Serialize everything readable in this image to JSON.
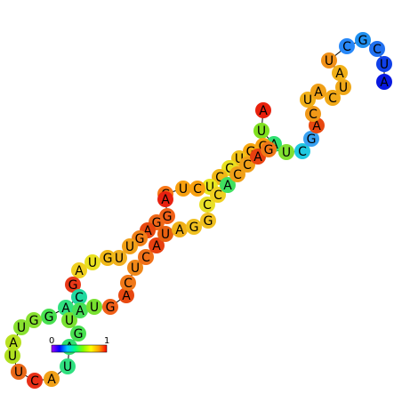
{
  "diagram": {
    "type": "rna-secondary-structure",
    "color_scale": {
      "min_label": "0",
      "max_label": "1",
      "stops": [
        "#a000ff",
        "#0000ff",
        "#00c8ff",
        "#00ff80",
        "#80ff00",
        "#ffff00",
        "#ffa000",
        "#ff0000"
      ]
    },
    "nucleotides": [
      {
        "base": "A",
        "color": "#e8200c"
      },
      {
        "base": "U",
        "color": "#80e020"
      },
      {
        "base": "A",
        "color": "#30e070"
      },
      {
        "base": "G",
        "color": "#f8a010"
      },
      {
        "base": "G",
        "color": "#f8a810"
      },
      {
        "base": "U",
        "color": "#f0c018"
      },
      {
        "base": "C",
        "color": "#e8e020"
      },
      {
        "base": "C",
        "color": "#f0b818"
      },
      {
        "base": "U",
        "color": "#e8e820"
      },
      {
        "base": "C",
        "color": "#f8a010"
      },
      {
        "base": "U",
        "color": "#f8a010"
      },
      {
        "base": "C",
        "color": "#f87818"
      },
      {
        "base": "A",
        "color": "#e82010"
      },
      {
        "base": "G",
        "color": "#f06018"
      },
      {
        "base": "G",
        "color": "#f06818"
      },
      {
        "base": "A",
        "color": "#e84810"
      },
      {
        "base": "G",
        "color": "#f08018"
      },
      {
        "base": "U",
        "color": "#f0a018"
      },
      {
        "base": "U",
        "color": "#f0b020"
      },
      {
        "base": "G",
        "color": "#f0b818"
      },
      {
        "base": "U",
        "color": "#e8e020"
      },
      {
        "base": "A",
        "color": "#f0d020"
      },
      {
        "base": "G",
        "color": "#e83818"
      },
      {
        "base": "C",
        "color": "#20d8a0"
      },
      {
        "base": "A",
        "color": "#30e080"
      },
      {
        "base": "G",
        "color": "#48e050"
      },
      {
        "base": "G",
        "color": "#88e030"
      },
      {
        "base": "U",
        "color": "#88e030"
      },
      {
        "base": "A",
        "color": "#b8e020"
      },
      {
        "base": "U",
        "color": "#b0e020"
      },
      {
        "base": "U",
        "color": "#e86818"
      },
      {
        "base": "C",
        "color": "#e83018"
      },
      {
        "base": "A",
        "color": "#f0a018"
      },
      {
        "base": "U",
        "color": "#30e080"
      },
      {
        "base": "A",
        "color": "#30e070"
      },
      {
        "base": "G",
        "color": "#48e050"
      },
      {
        "base": "U",
        "color": "#78e030"
      },
      {
        "base": "A",
        "color": "#48e058"
      },
      {
        "base": "U",
        "color": "#78e030"
      },
      {
        "base": "G",
        "color": "#f06018"
      },
      {
        "base": "A",
        "color": "#e84810"
      },
      {
        "base": "C",
        "color": "#f07818"
      },
      {
        "base": "U",
        "color": "#f08818"
      },
      {
        "base": "C",
        "color": "#f07018"
      },
      {
        "base": "A",
        "color": "#e84010"
      },
      {
        "base": "U",
        "color": "#e86010"
      },
      {
        "base": "A",
        "color": "#f0b018"
      },
      {
        "base": "G",
        "color": "#f0c020"
      },
      {
        "base": "G",
        "color": "#f0c020"
      },
      {
        "base": "C",
        "color": "#e8e028"
      },
      {
        "base": "C",
        "color": "#f0d020"
      },
      {
        "base": "A",
        "color": "#40e060"
      },
      {
        "base": "C",
        "color": "#f0a018"
      },
      {
        "base": "C",
        "color": "#f0a018"
      },
      {
        "base": "A",
        "color": "#e84010"
      },
      {
        "base": "G",
        "color": "#f07818"
      },
      {
        "base": "U",
        "color": "#80e030"
      },
      {
        "base": "C",
        "color": "#20c8e0"
      },
      {
        "base": "G",
        "color": "#38a0f0"
      },
      {
        "base": "A",
        "color": "#e84810"
      },
      {
        "base": "C",
        "color": "#f09818"
      },
      {
        "base": "U",
        "color": "#f0b018"
      },
      {
        "base": "A",
        "color": "#f0a018"
      },
      {
        "base": "C",
        "color": "#f0a818"
      },
      {
        "base": "U",
        "color": "#f0a818"
      },
      {
        "base": "A",
        "color": "#f0b018"
      },
      {
        "base": "U",
        "color": "#f09018"
      },
      {
        "base": "C",
        "color": "#2888f8"
      },
      {
        "base": "G",
        "color": "#2090f0"
      },
      {
        "base": "C",
        "color": "#2070f0"
      },
      {
        "base": "U",
        "color": "#1040e8"
      },
      {
        "base": "A",
        "color": "#0818e0"
      }
    ]
  }
}
